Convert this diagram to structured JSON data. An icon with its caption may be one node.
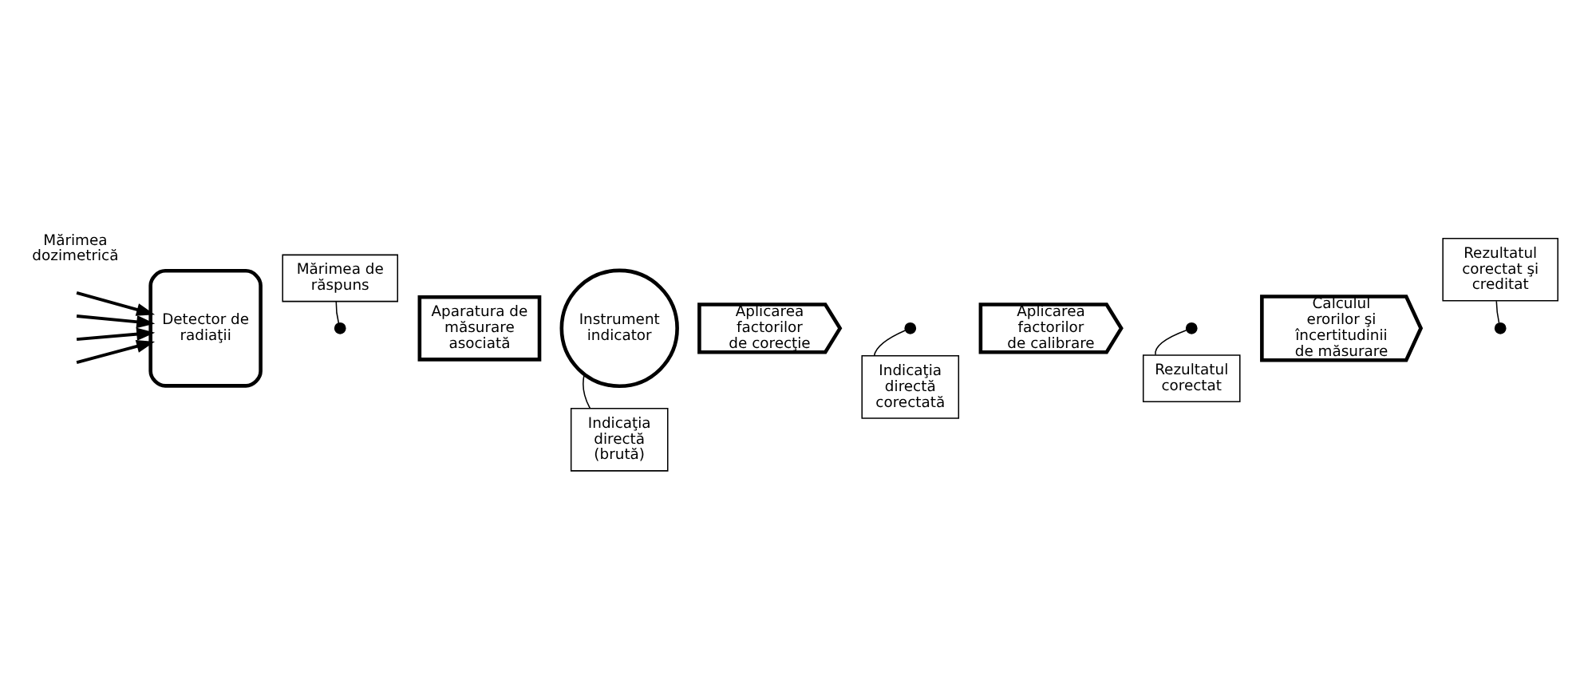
{
  "diagram": {
    "nodes": [
      {
        "text": [
          "Detector de radiaţii"
        ]
      },
      {
        "text": [
          "Aparatura de măsurare asociată"
        ]
      },
      {
        "text": [
          "Instrument indicator"
        ]
      },
      {
        "text": [
          "Aplicarea factorilor de corecţie"
        ]
      },
      {
        "text": [
          "Aplicarea factorilor de calibrare"
        ]
      },
      {
        "text": [
          "Calculul erorilor şi încertitudinii de măsurare"
        ]
      },
      {
        "text": [],
        "shape": "circle"
      },
      {
        "text": [],
        "shape": "circle"
      },
      {
        "text": [],
        "shape": "circle"
      },
      {
        "text": [],
        "shape": "circle"
      },
      {
        "text": [
          "Mărimea de răspuns"
        ]
      },
      {
        "text": [
          "Indicaţia directă (brută)"
        ]
      },
      {
        "text": [
          "Indicaţia directă corectată"
        ]
      },
      {
        "text": [
          "Rezultatul corectat"
        ]
      },
      {
        "text": [
          "Rezultatul corectat şi creditat"
        ]
      }
    ],
    "edges": [
      {
        "from": null,
        "to": 0,
        "arrow": "to"
      },
      {
        "from": null,
        "to": 0,
        "arrow": "to"
      },
      {
        "from": null,
        "to": 0,
        "arrow": "to"
      },
      {
        "from": null,
        "to": 0,
        "arrow": "to"
      },
      {
        "from": 10,
        "to": 6,
        "arrow": "none"
      },
      {
        "from": 11,
        "to": 2,
        "arrow": "none"
      },
      {
        "from": 12,
        "to": 7,
        "arrow": "none"
      },
      {
        "from": 13,
        "to": 8,
        "arrow": "none"
      },
      {
        "from": 14,
        "to": 9,
        "arrow": "none"
      }
    ],
    "labels": [
      "Mărimea dozimetrică"
    ]
  }
}
